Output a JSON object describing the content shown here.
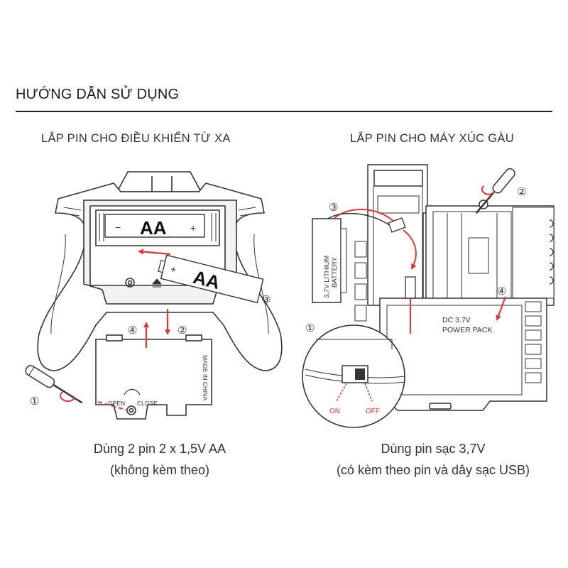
{
  "header": {
    "title": "HƯỚNG DẪN SỬ DỤNG"
  },
  "remote_panel": {
    "title": "LẮP PIN CHO ĐIỀU KHIỂN TỪ XA",
    "battery_label": "AA",
    "minus_sign": "−",
    "plus_sign": "+",
    "cover_text": "MADE IN CHINA",
    "open_label": "OPEN",
    "close_label": "CLOSE",
    "steps": [
      "①",
      "②",
      "③",
      "④"
    ],
    "caption_line1": "Dùng 2 pin 2 x 1,5V AA",
    "caption_line2": "(không kèm theo)"
  },
  "excavator_panel": {
    "title": "LẮP PIN CHO MÁY XÚC GÀU",
    "battery_text_line1": "3.7V LITHIUM",
    "battery_text_line2": "BATTERY",
    "pack_line1": "DC  3.7V",
    "pack_line2": "POWER PACK",
    "on_label": "ON",
    "off_label": "OFF",
    "steps": [
      "①",
      "②",
      "③",
      "④"
    ],
    "caption_line1": "Dùng pin sạc 3,7V",
    "caption_line2": "(có kèm theo pin và dây sạc USB)"
  },
  "colors": {
    "arrow": "#e8342f",
    "line": "#333333",
    "bg": "#ffffff"
  }
}
